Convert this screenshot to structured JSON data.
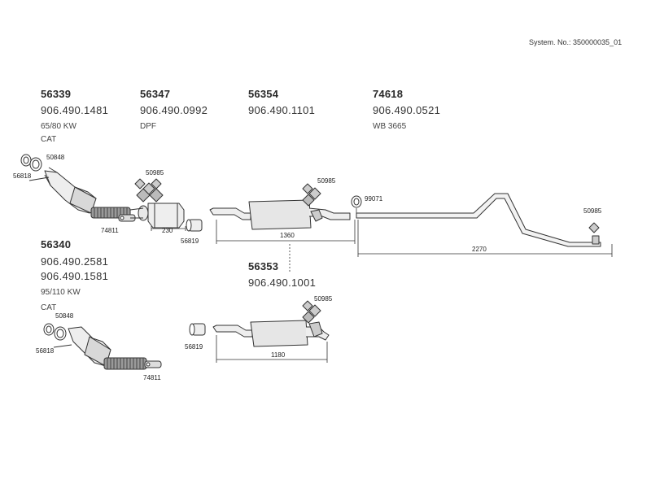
{
  "system_no": "System. No.: 350000035_01",
  "groups": {
    "g1": {
      "part": "56339",
      "oem": [
        "906.490.1481"
      ],
      "notes": [
        "65/80 KW",
        "CAT"
      ]
    },
    "g2": {
      "part": "56347",
      "oem": [
        "906.490.0992"
      ],
      "notes": [
        "DPF"
      ]
    },
    "g3": {
      "part": "56354",
      "oem": [
        "906.490.1101"
      ],
      "notes": []
    },
    "g4": {
      "part": "74618",
      "oem": [
        "906.490.0521"
      ],
      "notes": [
        "WB 3665"
      ]
    },
    "g5": {
      "part": "56340",
      "oem": [
        "906.490.2581",
        "906.490.1581"
      ],
      "notes": [
        "95/110 KW",
        "CAT"
      ]
    },
    "g6": {
      "part": "56353",
      "oem": [
        "906.490.1001"
      ],
      "notes": []
    }
  },
  "labels": {
    "top_gasket_ring": "50848",
    "top_clamp_ring": "56818",
    "top_flex_clamp": "74811",
    "dpf_hanger": "50985",
    "dpf_sleeve": "56819",
    "mid_hanger": "50985",
    "mid_clamp": "99071",
    "rear_hanger": "50985",
    "low_gasket_ring": "50848",
    "low_clamp_ring": "56818",
    "low_flex_clamp": "74811",
    "low_sleeve": "56819",
    "low_hanger": "50985"
  },
  "dimensions": {
    "dpf_len": "230",
    "middle_len": "1360",
    "tail_len": "2270",
    "low_middle_len": "1180"
  }
}
